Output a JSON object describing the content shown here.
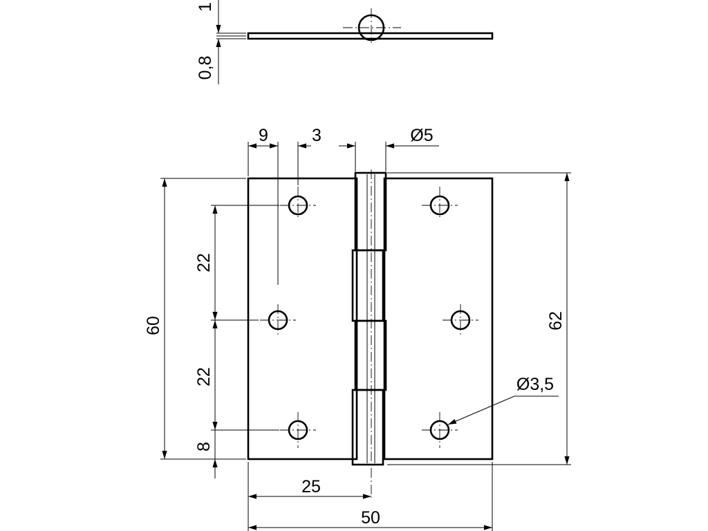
{
  "dimensions": {
    "plate_thickness": "0,8",
    "pin_offset": "1",
    "hole_edge_offset": "9",
    "hole_stagger": "3",
    "pin_diameter": "Ø5",
    "height": "60",
    "knuckle_length": "62",
    "hole_spacing_upper": "22",
    "hole_spacing_lower": "22",
    "bottom_hole_offset": "8",
    "hole_diameter": "Ø3,5",
    "half_width": "25",
    "overall_width": "50"
  }
}
